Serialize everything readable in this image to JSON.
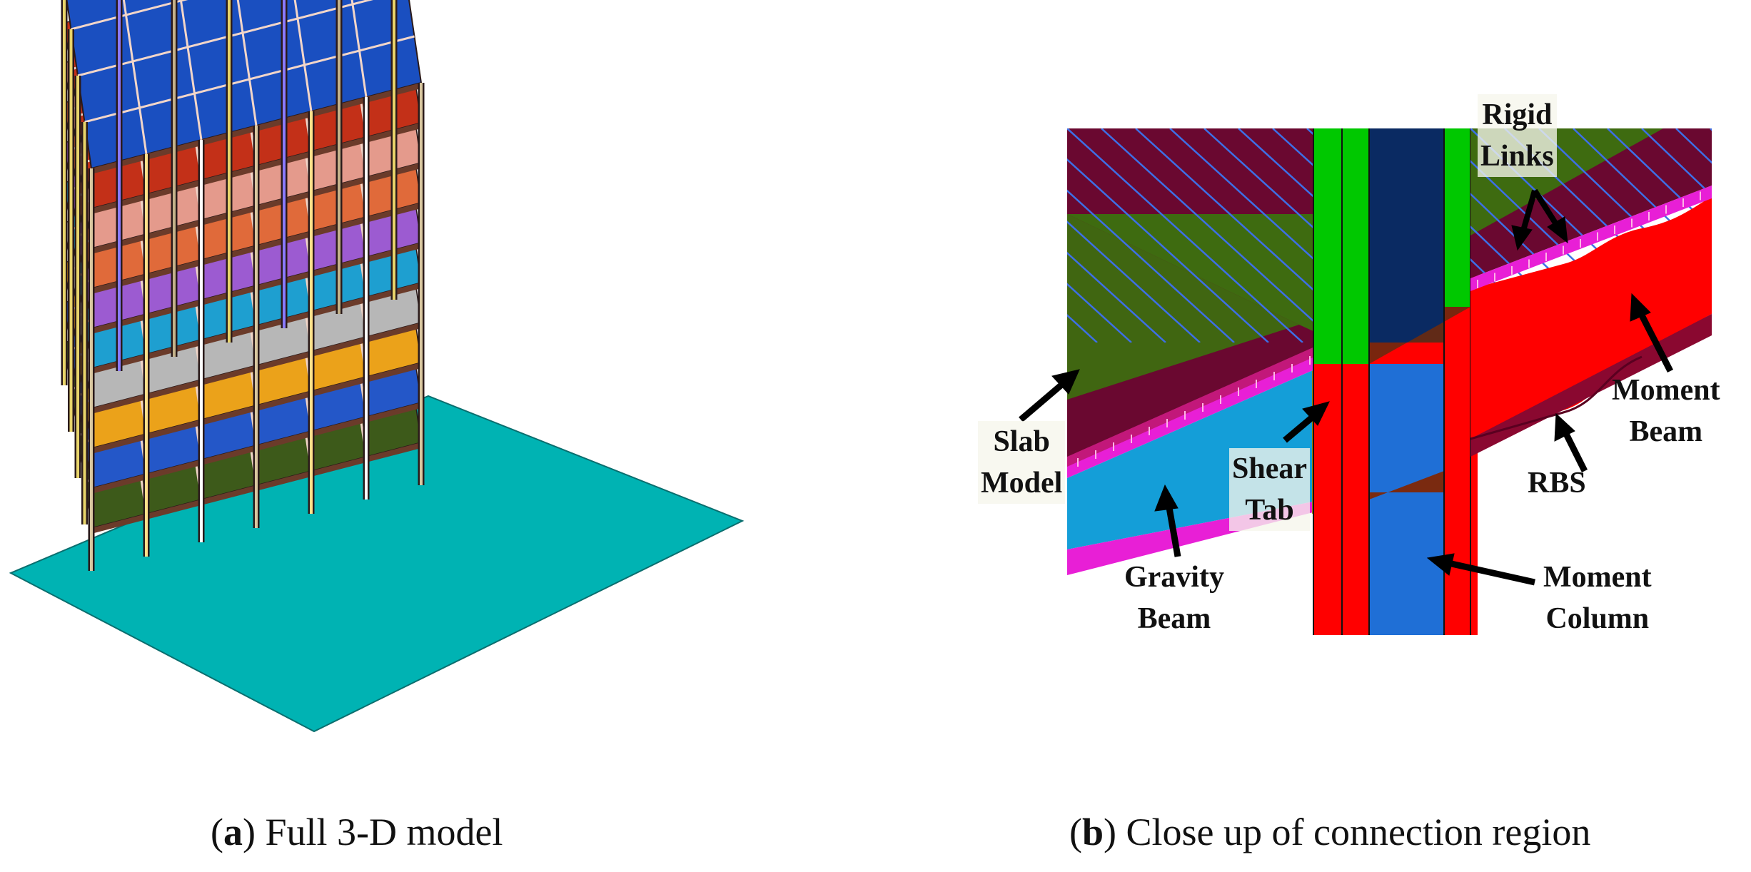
{
  "figure": {
    "panel_a": {
      "letter": "a",
      "caption": "Full 3-D model"
    },
    "panel_b": {
      "letter": "b",
      "caption": "Close up of connection region"
    }
  },
  "labels": {
    "rigid_links": [
      "Rigid",
      "Links"
    ],
    "slab_model": [
      "Slab",
      "Model"
    ],
    "shear_tab": [
      "Shear",
      "Tab"
    ],
    "moment_beam": [
      "Moment",
      "Beam"
    ],
    "rbs": "RBS",
    "gravity_beam": [
      "Gravity",
      "Beam"
    ],
    "moment_column": [
      "Moment",
      "Column"
    ]
  },
  "colors": {
    "ground": "#00b3b3",
    "roof": "#1a4fc0",
    "floors": [
      "#c33018",
      "#e49a8c",
      "#e06a3a",
      "#9c5bd1",
      "#1e9fd0",
      "#b7b7b7",
      "#eba21a",
      "#2457c8",
      "#3d5a1a"
    ],
    "slab_dark": "#6a0830",
    "slab_green": "#3e6b10",
    "column_green": "#00c800",
    "column_blue": "#1f6fd6",
    "column_navy": "#0a2a62",
    "moment_red": "#ff0000",
    "gravity_blue": "#149ed8",
    "magenta": "#e81fd6"
  }
}
